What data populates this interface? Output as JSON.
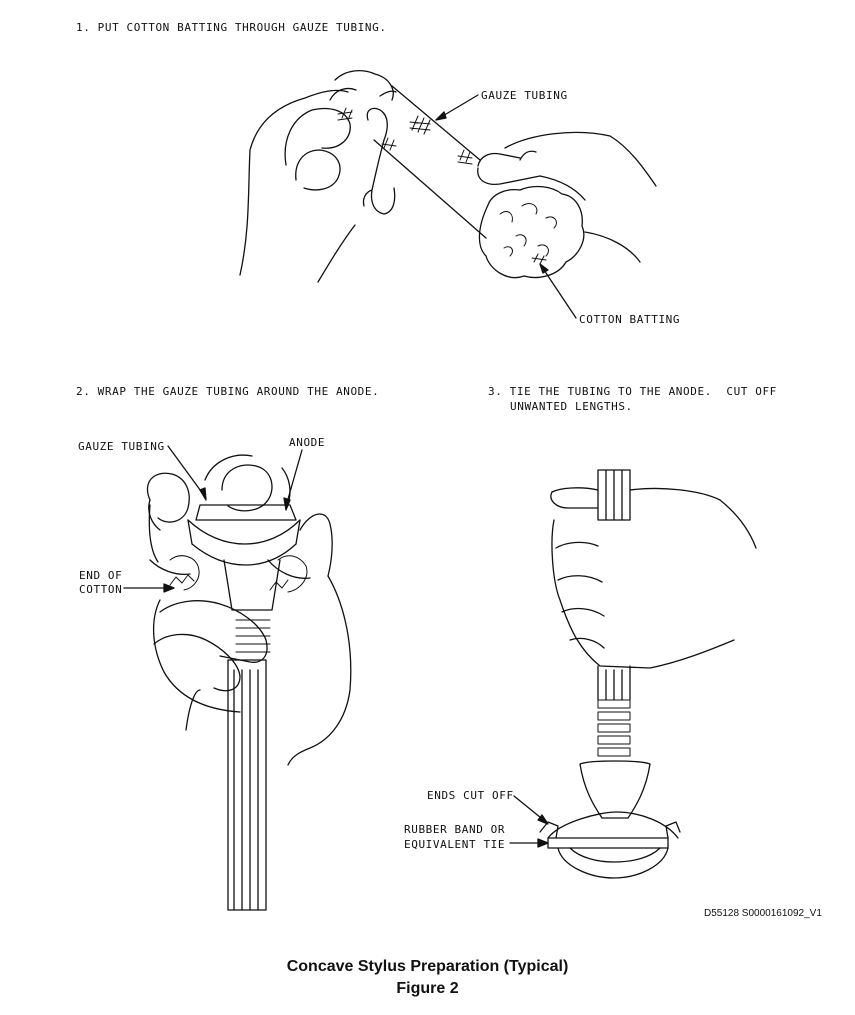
{
  "steps": {
    "step1": "1. PUT COTTON BATTING THROUGH GAUZE TUBING.",
    "step2": "2. WRAP THE GAUZE TUBING AROUND THE ANODE.",
    "step3_line1": "3. TIE THE TUBING TO THE ANODE.  CUT OFF",
    "step3_line2": "UNWANTED LENGTHS."
  },
  "callouts": {
    "gauze_tubing_1": "GAUZE TUBING",
    "cotton_batting": "COTTON BATTING",
    "gauze_tubing_2": "GAUZE TUBING",
    "anode": "ANODE",
    "end_of_cotton_line1": "END OF",
    "end_of_cotton_line2": "COTTON",
    "ends_cut_off": "ENDS CUT OFF",
    "rubber_band_line1": "RUBBER BAND OR",
    "rubber_band_line2": "EQUIVALENT TIE"
  },
  "figure_id": "D55128 S0000161092_V1",
  "caption": {
    "title": "Concave Stylus Preparation (Typical)",
    "figure": "Figure 2"
  }
}
